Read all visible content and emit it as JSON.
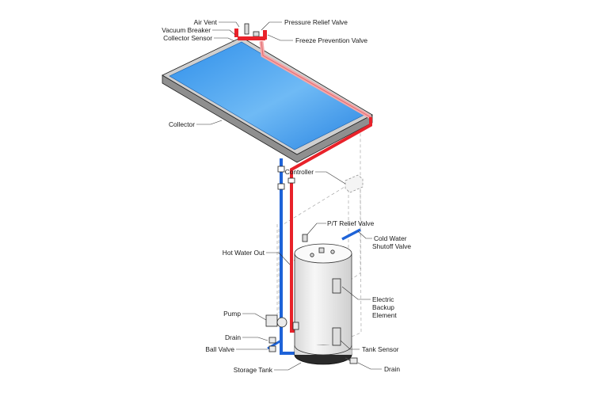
{
  "labels": {
    "air_vent": "Air Vent",
    "vacuum_breaker": "Vacuum Breaker",
    "collector_sensor": "Collector Sensor",
    "pressure_relief_valve": "Pressure Relief Valve",
    "freeze_prevention_valve": "Freeze Prevention Valve",
    "collector": "Collector",
    "controller": "Controller",
    "pt_relief_valve": "P/T Relief Valve",
    "cold_water_line1": "Cold Water",
    "cold_water_line2": "Shutoff Valve",
    "hot_water_out": "Hot Water Out",
    "electric_line1": "Electric",
    "electric_line2": "Backup",
    "electric_line3": "Element",
    "pump": "Pump",
    "drain_left": "Drain",
    "ball_valve": "Ball Valve",
    "tank_sensor": "Tank Sensor",
    "storage_tank": "Storage Tank",
    "drain_right": "Drain"
  },
  "colors": {
    "hot_pipe": "#e8222a",
    "hot_pipe_light": "#f4a7a9",
    "cold_pipe": "#1e63d8",
    "collector_glass": "#3d9ef0",
    "frame": "#b9b9b9",
    "tank_body": "#f0f0f0"
  }
}
